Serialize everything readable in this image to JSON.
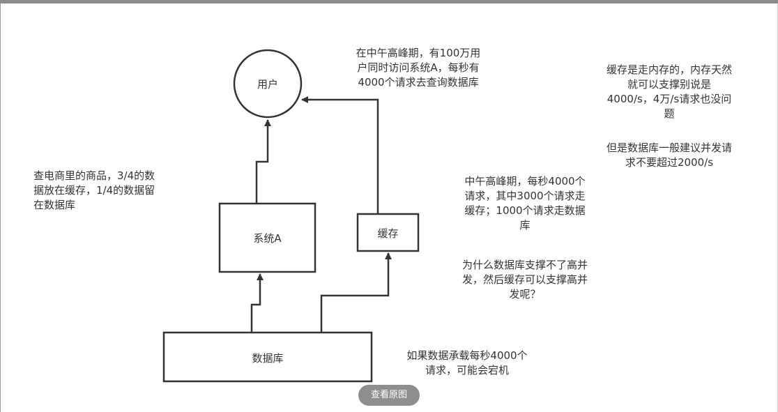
{
  "nodes": {
    "user": "用户",
    "system_a": "系统A",
    "cache": "缓存",
    "database": "数据库"
  },
  "notes": {
    "peak_users": [
      "在中午高峰期，有100万用",
      "户同时访问系统A，每秒有",
      "4000个请求去查询数据库"
    ],
    "cache_memory": [
      "缓存是走内存的，内存天然",
      "就可以支撑别说是",
      "4000/s，4万/s请求也没问",
      "题"
    ],
    "db_advice": [
      "但是数据库一般建议并发请",
      "求不要超过2000/s"
    ],
    "products": [
      "查电商里的商品，3/4的数",
      "据放在缓存，1/4的数据留",
      "在数据库"
    ],
    "peak_split": [
      "中午高峰期，每秒4000个",
      "请求，其中3000个请求走",
      "缓存；1000个请求走数据",
      "库"
    ],
    "question": [
      "为什么数据库支撑不了高并",
      "发，然后缓存可以支撑高并",
      "发呢？"
    ],
    "crash": [
      "如果数据承载每秒4000个",
      "请求，可能会宕机"
    ]
  },
  "view_original_button": "查看原图"
}
